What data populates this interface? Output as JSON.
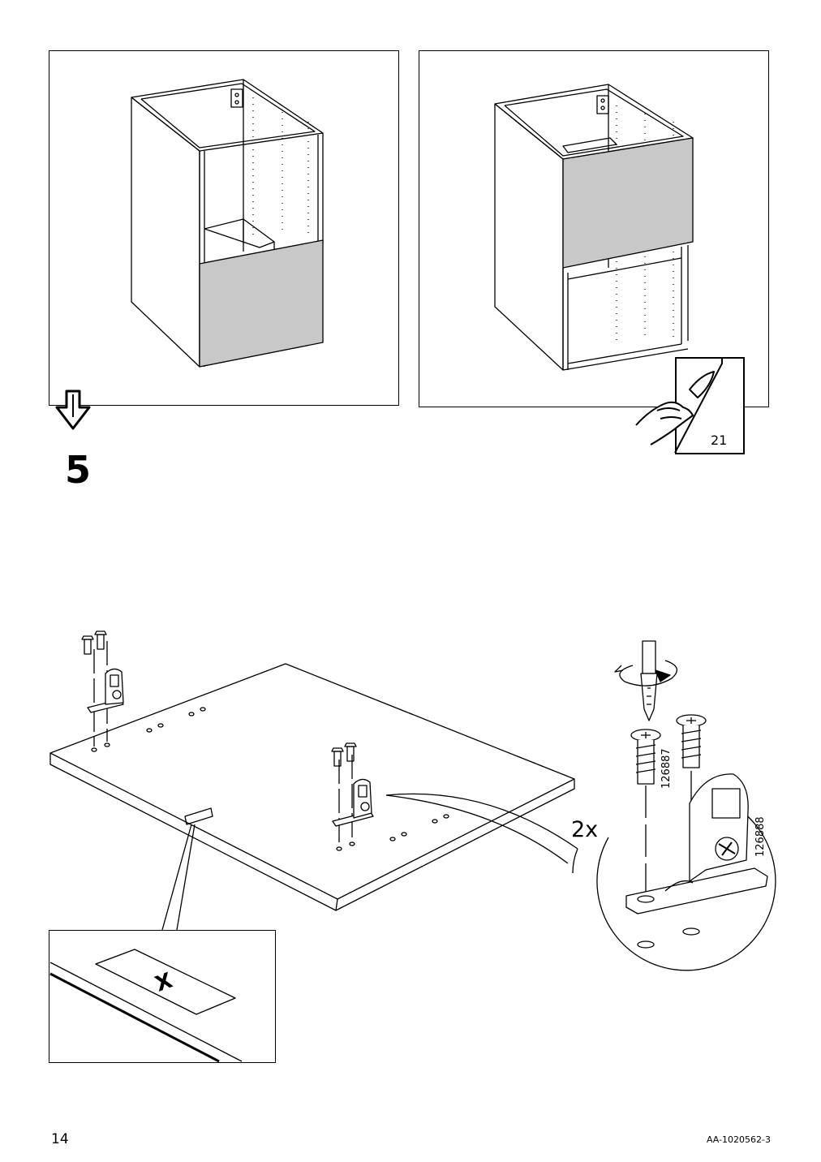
{
  "page": {
    "page_number": "14",
    "document_code": "AA-1020562-3"
  },
  "step": {
    "number": "5",
    "quantity_label": "2x",
    "part_numbers": [
      "126887",
      "126888"
    ],
    "page_reference": "21",
    "marker_label": "X"
  },
  "icons": {
    "continue": "arrow-down-outline-icon",
    "page_turn": "page-turn-hand-icon",
    "rotate": "rotate-clockwise-icon"
  },
  "colors": {
    "line": "#000000",
    "panel_fill": "#c8c8c8",
    "background": "#ffffff"
  }
}
